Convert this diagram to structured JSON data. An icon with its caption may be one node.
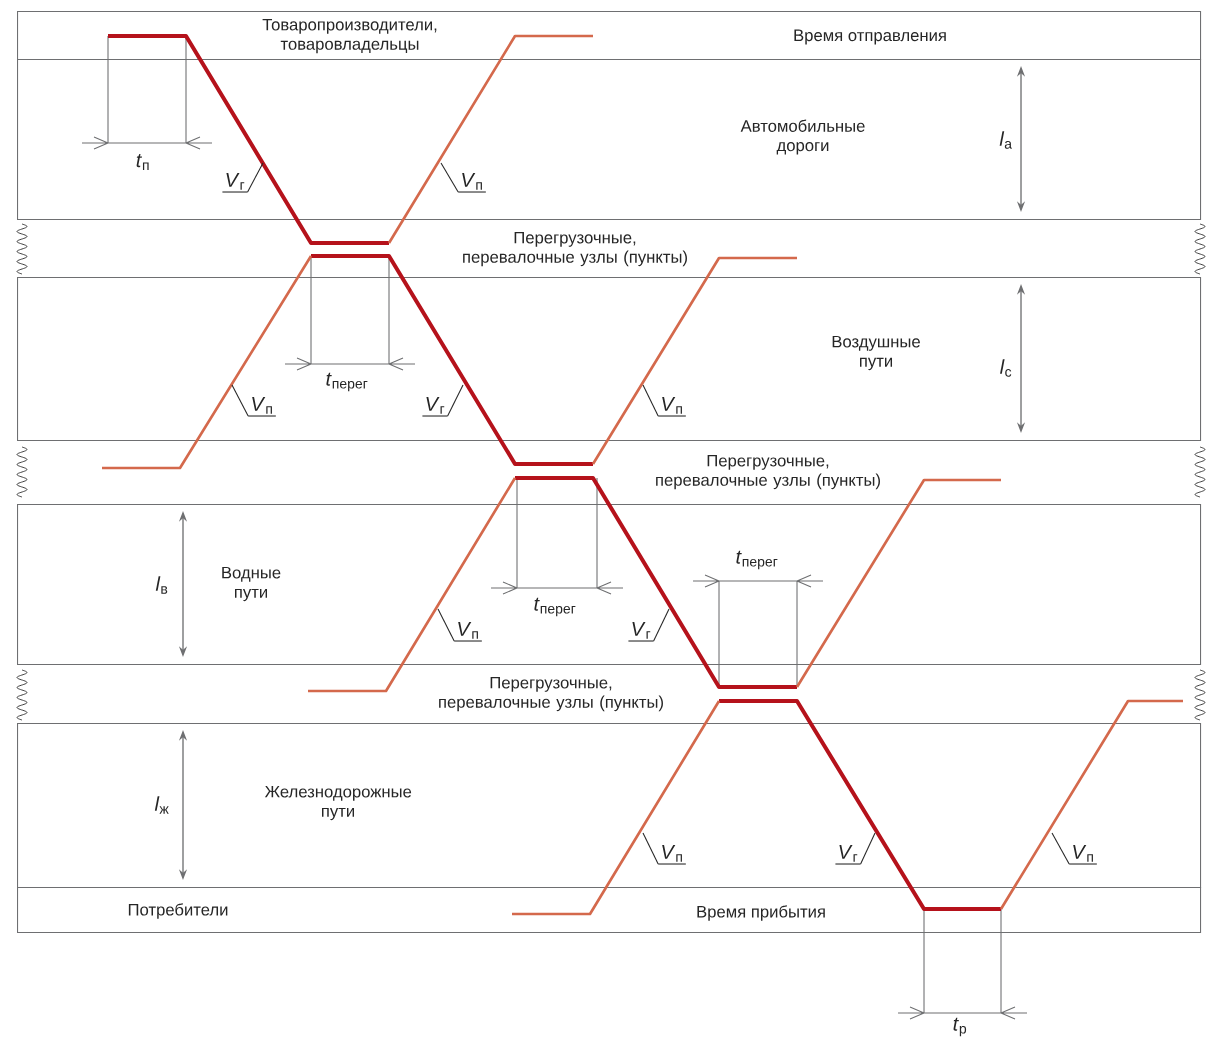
{
  "diagram": {
    "nodes": [
      {
        "text": [
          "Товаропроизводители, товаровладельцы",
          "Время отправления"
        ]
      },
      {
        "text": [
          "Автомобильные дороги"
        ]
      },
      {
        "text": [
          "Перегрузочные, перевалочные узлы (пункты)"
        ]
      },
      {
        "text": [
          "Воздушные пути"
        ]
      },
      {
        "text": [
          "Перегрузочные, перевалочные узлы (пункты)"
        ]
      },
      {
        "text": [
          "Водные пути"
        ]
      },
      {
        "text": [
          "Перегрузочные, перевалочные узлы (пункты)"
        ]
      },
      {
        "text": [
          "Железнодорожные пути"
        ]
      },
      {
        "text": [
          "Потребители",
          "Время прибытия"
        ]
      },
      {
        "text": [
          "*V*$_{г}$"
        ],
        "in": 1
      },
      {
        "text": [
          "*V*$_{п}$"
        ],
        "in": 1
      },
      {
        "text": [
          "*V*$_{п}$"
        ],
        "in": 3
      },
      {
        "text": [
          "*V*$_{г}$"
        ],
        "in": 3
      },
      {
        "text": [
          "*V*$_{п}$"
        ],
        "in": 3
      },
      {
        "text": [
          "*V*$_{п}$"
        ],
        "in": 5
      },
      {
        "text": [
          "*V*$_{г}$"
        ],
        "in": 5
      },
      {
        "text": [
          "*V*$_{п}$"
        ],
        "in": 7
      },
      {
        "text": [
          "*V*$_{г}$"
        ],
        "in": 7
      },
      {
        "text": [
          "*V*$_{п}$"
        ],
        "in": 7
      }
    ],
    "edges": [
      {
        "from": 9,
        "to": null,
        "arrow": "none"
      },
      {
        "from": 10,
        "to": null,
        "arrow": "none"
      },
      {
        "from": 11,
        "to": null,
        "arrow": "none"
      },
      {
        "from": 12,
        "to": null,
        "arrow": "none"
      },
      {
        "from": 13,
        "to": null,
        "arrow": "none"
      },
      {
        "from": 14,
        "to": null,
        "arrow": "none"
      },
      {
        "from": 15,
        "to": null,
        "arrow": "none"
      },
      {
        "from": 16,
        "to": null,
        "arrow": "none"
      },
      {
        "from": 17,
        "to": null,
        "arrow": "none"
      },
      {
        "from": 18,
        "to": null,
        "arrow": "none"
      }
    ],
    "labels": [
      "*l*$_{а}$",
      "*t*$_{п}$",
      "*t*$_{перег}$",
      "*l*$_{с}$",
      "*t*$_{перег}$",
      "*l*$_{в}$",
      "*t*$_{перег}$",
      "*l*$_{ж}$",
      "*t*$_{р}$"
    ]
  }
}
